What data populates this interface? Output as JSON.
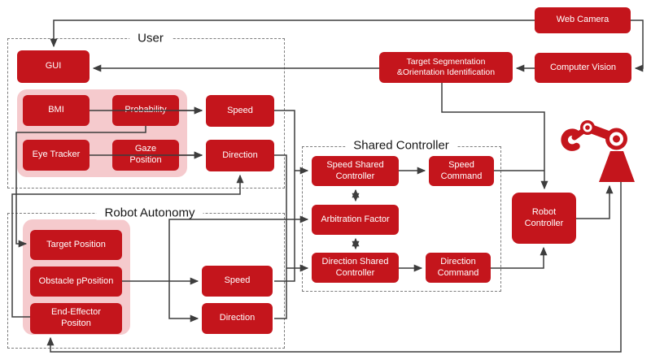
{
  "diagram": {
    "groups": {
      "user": "User",
      "robot_autonomy": "Robot Autonomy",
      "shared_controller": "Shared Controller"
    },
    "nodes": {
      "web_camera": "Web Camera",
      "computer_vision": "Computer Vision",
      "target_segmentation": "Target Segmentation\n&Orientation Identification",
      "gui": "GUI",
      "bmi": "BMI",
      "probability": "Probability",
      "eye_tracker": "Eye Tracker",
      "gaze_position": "Gaze\nPosition",
      "speed_user": "Speed",
      "direction_user": "Direction",
      "target_position": "Target Position",
      "obstacle_position": "Obstacle pPosition",
      "end_effector": "End-Effector\nPositon",
      "speed_ra": "Speed",
      "direction_ra": "Direction",
      "speed_shared_controller": "Speed Shared\nController",
      "speed_command": "Speed\nCommand",
      "arbitration_factor": "Arbitration Factor",
      "direction_shared_controller": "Direction Shared\nController",
      "direction_command": "Direction\nCommand",
      "robot_controller": "Robot\nController"
    },
    "icons": {
      "robot_arm": "robot-arm-icon"
    },
    "colors": {
      "node_red": "#c4151c",
      "pink_panel": "#f5cacd",
      "line": "#3d3d3d",
      "dashed_border": "#7d7d7d",
      "node_text": "#ffffff",
      "title_text": "#151515"
    },
    "edges": [
      {
        "from": "web_camera",
        "to": "gui"
      },
      {
        "from": "web_camera",
        "to": "computer_vision"
      },
      {
        "from": "computer_vision",
        "to": "target_segmentation"
      },
      {
        "from": "target_segmentation",
        "to": "gui"
      },
      {
        "from": "target_segmentation",
        "to": "robot_controller"
      },
      {
        "from": "bmi",
        "to": "probability"
      },
      {
        "from": "probability",
        "to": "speed_user"
      },
      {
        "from": "eye_tracker",
        "to": "gaze_position"
      },
      {
        "from": "gaze_position",
        "to": "direction_user"
      },
      {
        "from": "probability",
        "to": "target_position"
      },
      {
        "from": "end_effector",
        "to": "direction_user"
      },
      {
        "from": "speed_user",
        "to": "speed_shared_controller"
      },
      {
        "from": "speed_ra",
        "to": "speed_shared_controller"
      },
      {
        "from": "direction_user",
        "to": "direction_shared_controller"
      },
      {
        "from": "direction_ra",
        "to": "direction_shared_controller"
      },
      {
        "from": "obstacle_position",
        "to": "speed_ra"
      },
      {
        "from": "obstacle_position",
        "to": "direction_ra"
      },
      {
        "from": "obstacle_position",
        "to": "arbitration_factor"
      },
      {
        "from": "speed_shared_controller",
        "to": "arbitration_factor",
        "bidirectional": true
      },
      {
        "from": "arbitration_factor",
        "to": "direction_shared_controller",
        "bidirectional": true
      },
      {
        "from": "speed_shared_controller",
        "to": "speed_command"
      },
      {
        "from": "direction_shared_controller",
        "to": "direction_command"
      },
      {
        "from": "speed_command",
        "to": "robot_controller"
      },
      {
        "from": "direction_command",
        "to": "robot_controller"
      },
      {
        "from": "robot_controller",
        "to": "robot_arm"
      },
      {
        "from": "robot_arm",
        "to": "end_effector"
      }
    ]
  }
}
